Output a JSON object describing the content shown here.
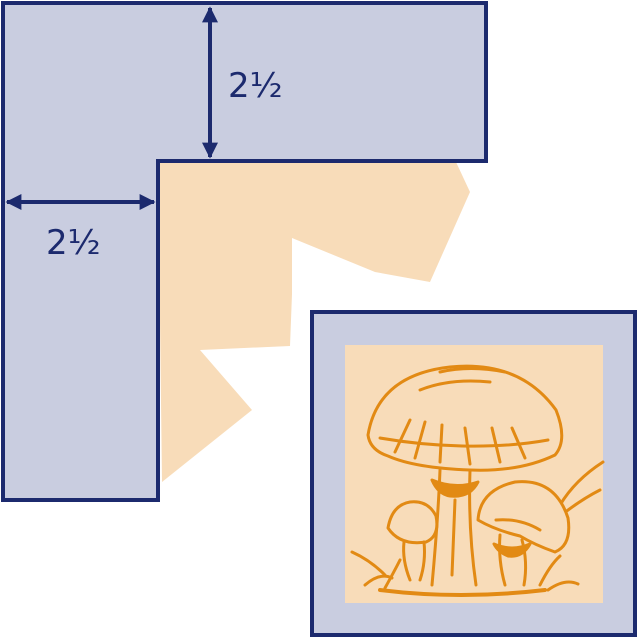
{
  "colors": {
    "frame_fill": "#c9cde0",
    "frame_stroke": "#1c2a6e",
    "paper": "#f8dcb9",
    "art": "#e28a14",
    "art_dark": "#c26f08"
  },
  "dimensions": {
    "top_width": "2½",
    "side_width": "2½"
  },
  "icons": {
    "dimension_arrows": "double-headed-arrow",
    "artwork": "mushroom-illustration"
  }
}
